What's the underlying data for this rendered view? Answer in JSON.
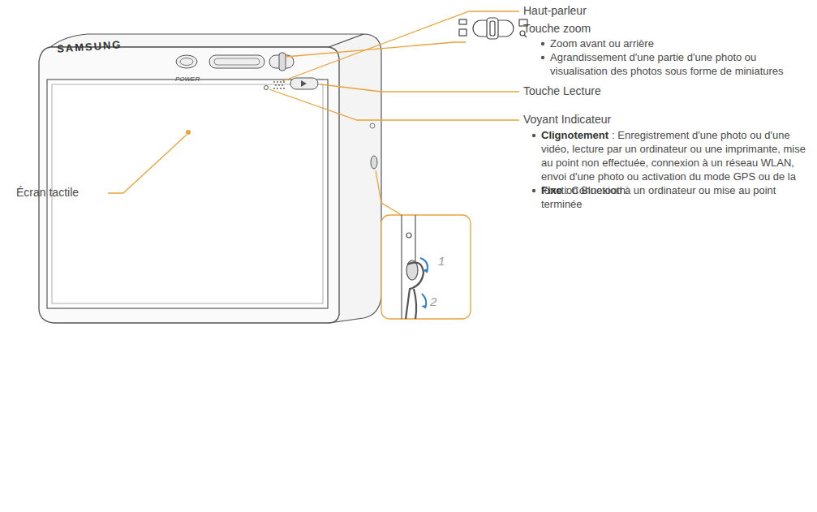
{
  "diagram": {
    "nodes": [
      {
        "text": [
          "1",
          "2"
        ]
      }
    ],
    "labels": [
      "Haut-parleur",
      "Touche zoom",
      "Zoom avant ou arrière",
      "Agrandissement d'une partie d'une photo ou visualisation des photos sous forme de miniatures",
      "Touche Lecture",
      "Voyant Indicateur",
      "Clignotement",
      ": Enregistrement d'une photo ou d'une vidéo, lecture par un ordinateur ou une imprimante, mise au point non effectuée, connexion à un réseau WLAN, envoi d'une photo ou activation du mode GPS ou de la fonction Bluetooth.",
      "Fixe",
      ": Connexion à un ordinateur ou mise au point terminée",
      "Écran tactile",
      "SAMSUNG",
      "POWER"
    ]
  }
}
